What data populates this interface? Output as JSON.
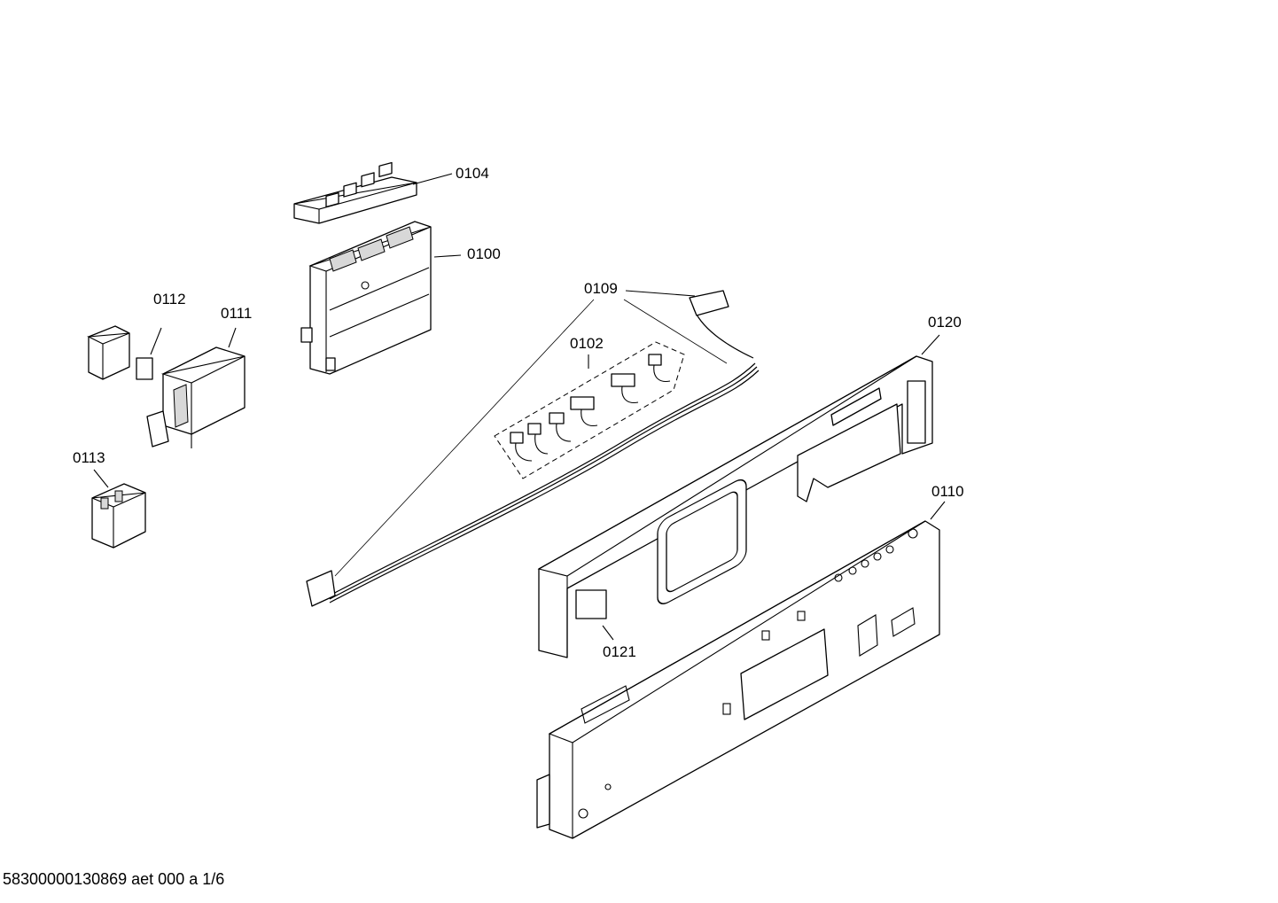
{
  "parts": [
    {
      "id": "p0104",
      "number": "0104"
    },
    {
      "id": "p0100",
      "number": "0100"
    },
    {
      "id": "p0109",
      "number": "0109"
    },
    {
      "id": "p0102",
      "number": "0102"
    },
    {
      "id": "p0112",
      "number": "0112"
    },
    {
      "id": "p0111",
      "number": "0111"
    },
    {
      "id": "p0113",
      "number": "0113"
    },
    {
      "id": "p0120",
      "number": "0120"
    },
    {
      "id": "p0110",
      "number": "0110"
    },
    {
      "id": "p0121",
      "number": "0121"
    }
  ],
  "footer": {
    "drawing_code": "58300000130869 aet 000 a 1/6"
  }
}
